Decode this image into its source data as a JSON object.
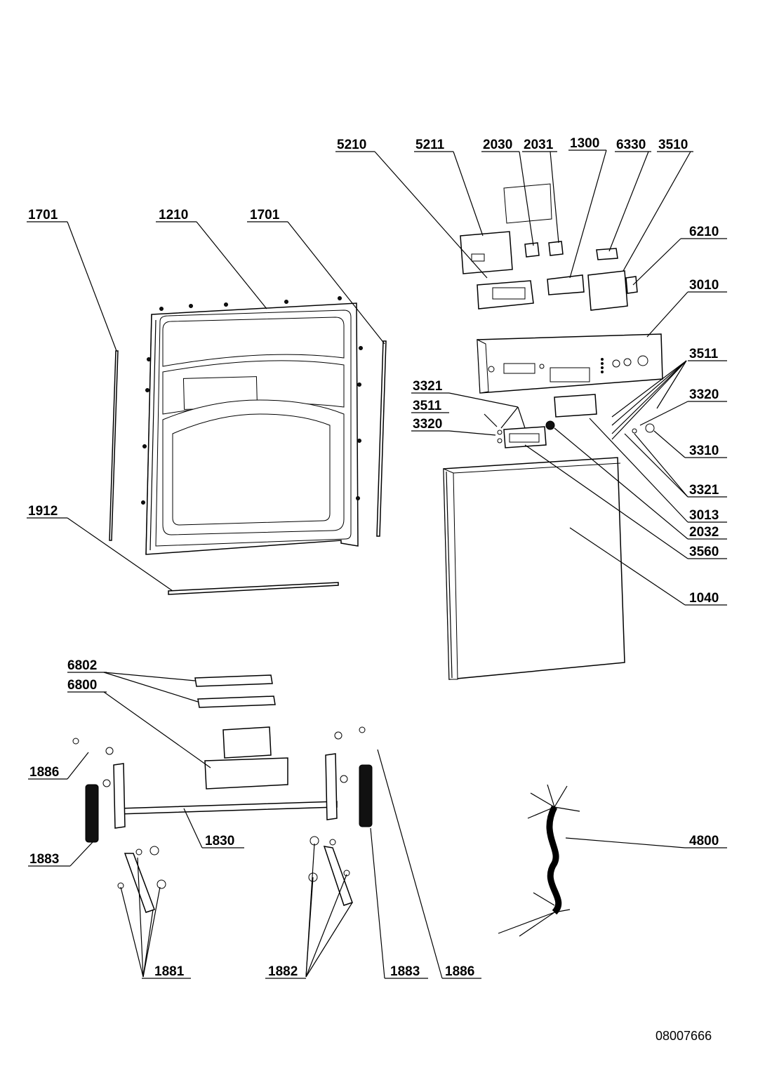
{
  "labels": {
    "l5210": "5210",
    "l5211": "5211",
    "l2030": "2030",
    "l2031": "2031",
    "l1300": "1300",
    "l6330": "6330",
    "l3510": "3510",
    "l6210": "6210",
    "l3010": "3010",
    "l3511a": "3511",
    "l3321a": "3321",
    "l3511b": "3511",
    "l3320a": "3320",
    "l3320b": "3320",
    "l3310": "3310",
    "l3321b": "3321",
    "l3013": "3013",
    "l2032": "2032",
    "l3560": "3560",
    "l1040": "1040",
    "l1701a": "1701",
    "l1210": "1210",
    "l1701b": "1701",
    "l1912": "1912",
    "l6802": "6802",
    "l6800": "6800",
    "l1886a": "1886",
    "l1883a": "1883",
    "l1830": "1830",
    "l1881": "1881",
    "l1882": "1882",
    "l1883b": "1883",
    "l1886b": "1886",
    "l4800": "4800"
  },
  "document_number": "08007666"
}
